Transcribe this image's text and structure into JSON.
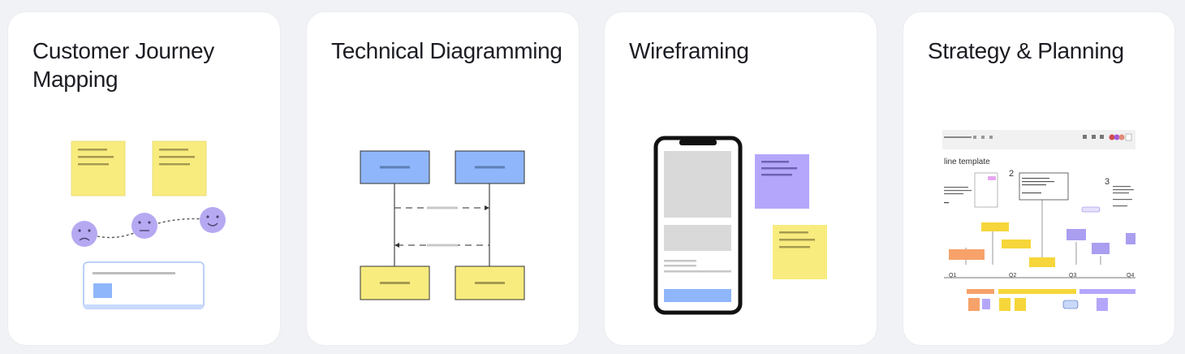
{
  "cards": [
    {
      "title": "Customer Journey Mapping"
    },
    {
      "title": "Technical Diagramming"
    },
    {
      "title": "Wireframing"
    },
    {
      "title": "Strategy & Planning",
      "preview": {
        "board_title": "line template",
        "quarters": [
          "Q1",
          "Q2",
          "Q3",
          "Q4"
        ],
        "step_numbers": [
          "2",
          "3"
        ]
      }
    }
  ],
  "colors": {
    "sticky_yellow": "#f8ec7f",
    "sticky_purple": "#b4a7fb",
    "block_blue": "#8fb6fb",
    "face_purple": "#b6a9f2",
    "orange": "#f7a26a",
    "tag_yellow": "#f6d63a"
  }
}
